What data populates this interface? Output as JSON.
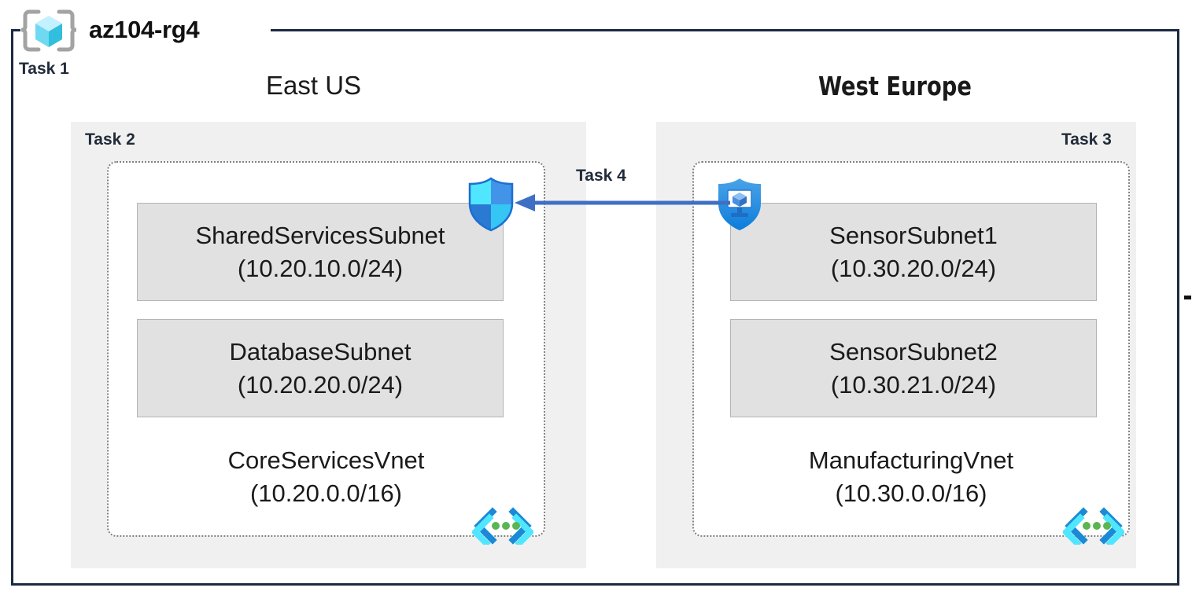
{
  "diagram": {
    "resource_group": {
      "name": "az104-rg4",
      "icon": "resource-group-cube-icon",
      "task_label": "Task 1",
      "border_color": "#1b2a41"
    },
    "regions": [
      {
        "name": "East US",
        "task_label": "Task 2",
        "panel_color": "#f0f0f0",
        "vnet": {
          "name": "CoreServicesVnet",
          "cidr": "(10.20.0.0/16)",
          "icon": "virtual-network-icon",
          "subnets": [
            {
              "name": "SharedServicesSubnet",
              "cidr": "(10.20.10.0/24)"
            },
            {
              "name": "DatabaseSubnet",
              "cidr": "(10.20.20.0/24)"
            }
          ],
          "attached_icon": "shield-firewall-icon"
        }
      },
      {
        "name": "West Europe",
        "task_label": "Task 3",
        "panel_color": "#f0f0f0",
        "vnet": {
          "name": "ManufacturingVnet",
          "cidr": "(10.30.0.0/16)",
          "icon": "virtual-network-icon",
          "subnets": [
            {
              "name": "SensorSubnet1",
              "cidr": "(10.30.20.0/24)"
            },
            {
              "name": "SensorSubnet2",
              "cidr": "(10.30.21.0/24)"
            }
          ],
          "attached_icon": "bastion-shield-vm-icon"
        }
      }
    ],
    "connection": {
      "task_label": "Task 4",
      "direction": "right-to-left",
      "color": "#3f6fc4"
    },
    "colors": {
      "subnet_fill": "#e1e1e1",
      "subnet_border": "#b4b4b4",
      "vnet_border": "#7f7f7f",
      "task_text": "#222b3a",
      "azure_blue": "#0078d4",
      "azure_cyan": "#50e6ff",
      "azure_green": "#5ab552"
    }
  }
}
